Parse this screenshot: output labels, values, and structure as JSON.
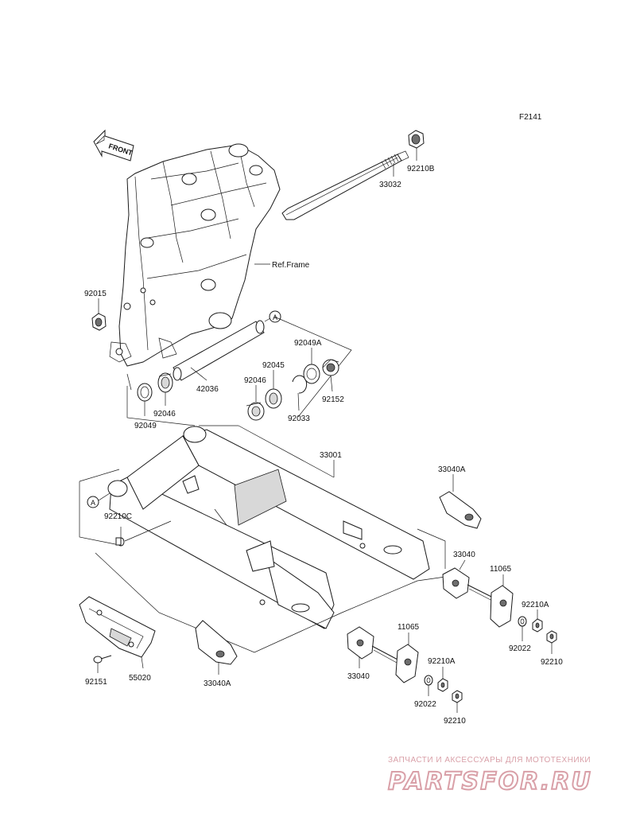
{
  "diagram_code": "F2141",
  "front_arrow_label": "FRONT",
  "ref_frame_label": "Ref.Frame",
  "circle_marker": "A",
  "parts": {
    "p33032": "33032",
    "p92210B": "92210B",
    "p92015": "92015",
    "p92049A": "92049A",
    "p92045": "92045",
    "p92152": "92152",
    "p42036": "42036",
    "p92046_a": "92046",
    "p92046_b": "92046",
    "p92033": "92033",
    "p92049": "92049",
    "p33001": "33001",
    "p33040A_a": "33040A",
    "p92210C": "92210C",
    "p33040_a": "33040",
    "p11065_a": "11065",
    "p92210A_a": "92210A",
    "p92022_a": "92022",
    "p92210_a": "92210",
    "p11065_b": "11065",
    "p33040_b": "33040",
    "p92210A_b": "92210A",
    "p92022_b": "92022",
    "p92210_b": "92210",
    "p92151": "92151",
    "p55020": "55020",
    "p33040A_b": "33040A"
  },
  "watermark": {
    "tagline": "ЗАПЧАСТИ И АКСЕССУАРЫ ДЛЯ МОТОТЕХНИКИ",
    "logo": "PARTSFOR.RU"
  }
}
